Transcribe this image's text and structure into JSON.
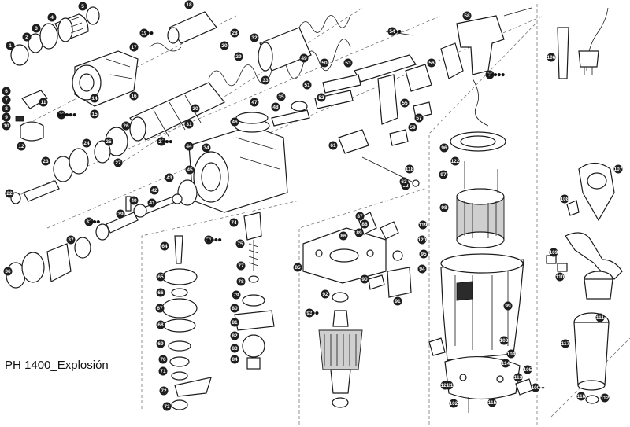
{
  "title": "PH 1400_Explosión",
  "labels": [
    {
      "n": "1"
    },
    {
      "n": "2"
    },
    {
      "n": "3"
    },
    {
      "n": "4"
    },
    {
      "n": "5"
    },
    {
      "n": "6"
    },
    {
      "n": "7"
    },
    {
      "n": "8"
    },
    {
      "n": "9"
    },
    {
      "n": "10"
    },
    {
      "n": "11"
    },
    {
      "n": "12"
    },
    {
      "n": "13",
      "mark": "●●●●●"
    },
    {
      "n": "14"
    },
    {
      "n": "15"
    },
    {
      "n": "16"
    },
    {
      "n": "17"
    },
    {
      "n": "18"
    },
    {
      "n": "19",
      "mark": "●●"
    },
    {
      "n": "20"
    },
    {
      "n": "21",
      "mark": "●●●"
    },
    {
      "n": "22"
    },
    {
      "n": "23"
    },
    {
      "n": "24"
    },
    {
      "n": "25"
    },
    {
      "n": "26"
    },
    {
      "n": "27"
    },
    {
      "n": "28"
    },
    {
      "n": "29"
    },
    {
      "n": "30"
    },
    {
      "n": "31"
    },
    {
      "n": "32"
    },
    {
      "n": "33"
    },
    {
      "n": "34"
    },
    {
      "n": "35"
    },
    {
      "n": "36"
    },
    {
      "n": "37"
    },
    {
      "n": "38",
      "mark": "●●●"
    },
    {
      "n": "39"
    },
    {
      "n": "40"
    },
    {
      "n": "41"
    },
    {
      "n": "42"
    },
    {
      "n": "43"
    },
    {
      "n": "44"
    },
    {
      "n": "45"
    },
    {
      "n": "46"
    },
    {
      "n": "47"
    },
    {
      "n": "48"
    },
    {
      "n": "49"
    },
    {
      "n": "50"
    },
    {
      "n": "51"
    },
    {
      "n": "52"
    },
    {
      "n": "53"
    },
    {
      "n": "54",
      "mark": "●●"
    },
    {
      "n": "55"
    },
    {
      "n": "56"
    },
    {
      "n": "57"
    },
    {
      "n": "58"
    },
    {
      "n": "59"
    },
    {
      "n": "60",
      "mark": "●●●●●"
    },
    {
      "n": "61"
    },
    {
      "n": "62"
    },
    {
      "n": "63"
    },
    {
      "n": "64"
    },
    {
      "n": "65"
    },
    {
      "n": "66"
    },
    {
      "n": "67"
    },
    {
      "n": "68"
    },
    {
      "n": "69"
    },
    {
      "n": "70"
    },
    {
      "n": "71"
    },
    {
      "n": "72"
    },
    {
      "n": "73"
    },
    {
      "n": "74"
    },
    {
      "n": "75"
    },
    {
      "n": "76",
      "mark": "●●●●"
    },
    {
      "n": "77"
    },
    {
      "n": "78"
    },
    {
      "n": "79"
    },
    {
      "n": "80"
    },
    {
      "n": "81"
    },
    {
      "n": "82"
    },
    {
      "n": "83"
    },
    {
      "n": "84"
    },
    {
      "n": "85"
    },
    {
      "n": "86"
    },
    {
      "n": "87"
    },
    {
      "n": "88"
    },
    {
      "n": "89"
    },
    {
      "n": "90"
    },
    {
      "n": "91"
    },
    {
      "n": "92"
    },
    {
      "n": "93",
      "mark": "●●"
    },
    {
      "n": "94"
    },
    {
      "n": "95"
    },
    {
      "n": "96"
    },
    {
      "n": "97"
    },
    {
      "n": "98"
    },
    {
      "n": "99"
    },
    {
      "n": "100",
      "mark": "★★"
    },
    {
      "n": "101"
    },
    {
      "n": "102"
    },
    {
      "n": "103"
    },
    {
      "n": "104"
    },
    {
      "n": "105"
    },
    {
      "n": "106"
    },
    {
      "n": "107"
    },
    {
      "n": "108"
    },
    {
      "n": "109"
    },
    {
      "n": "110"
    },
    {
      "n": "111"
    },
    {
      "n": "112"
    },
    {
      "n": "113"
    },
    {
      "n": "114"
    },
    {
      "n": "115"
    },
    {
      "n": "116"
    },
    {
      "n": "117"
    },
    {
      "n": "118"
    },
    {
      "n": "119"
    },
    {
      "n": "120"
    },
    {
      "n": "121"
    },
    {
      "n": "122"
    }
  ]
}
